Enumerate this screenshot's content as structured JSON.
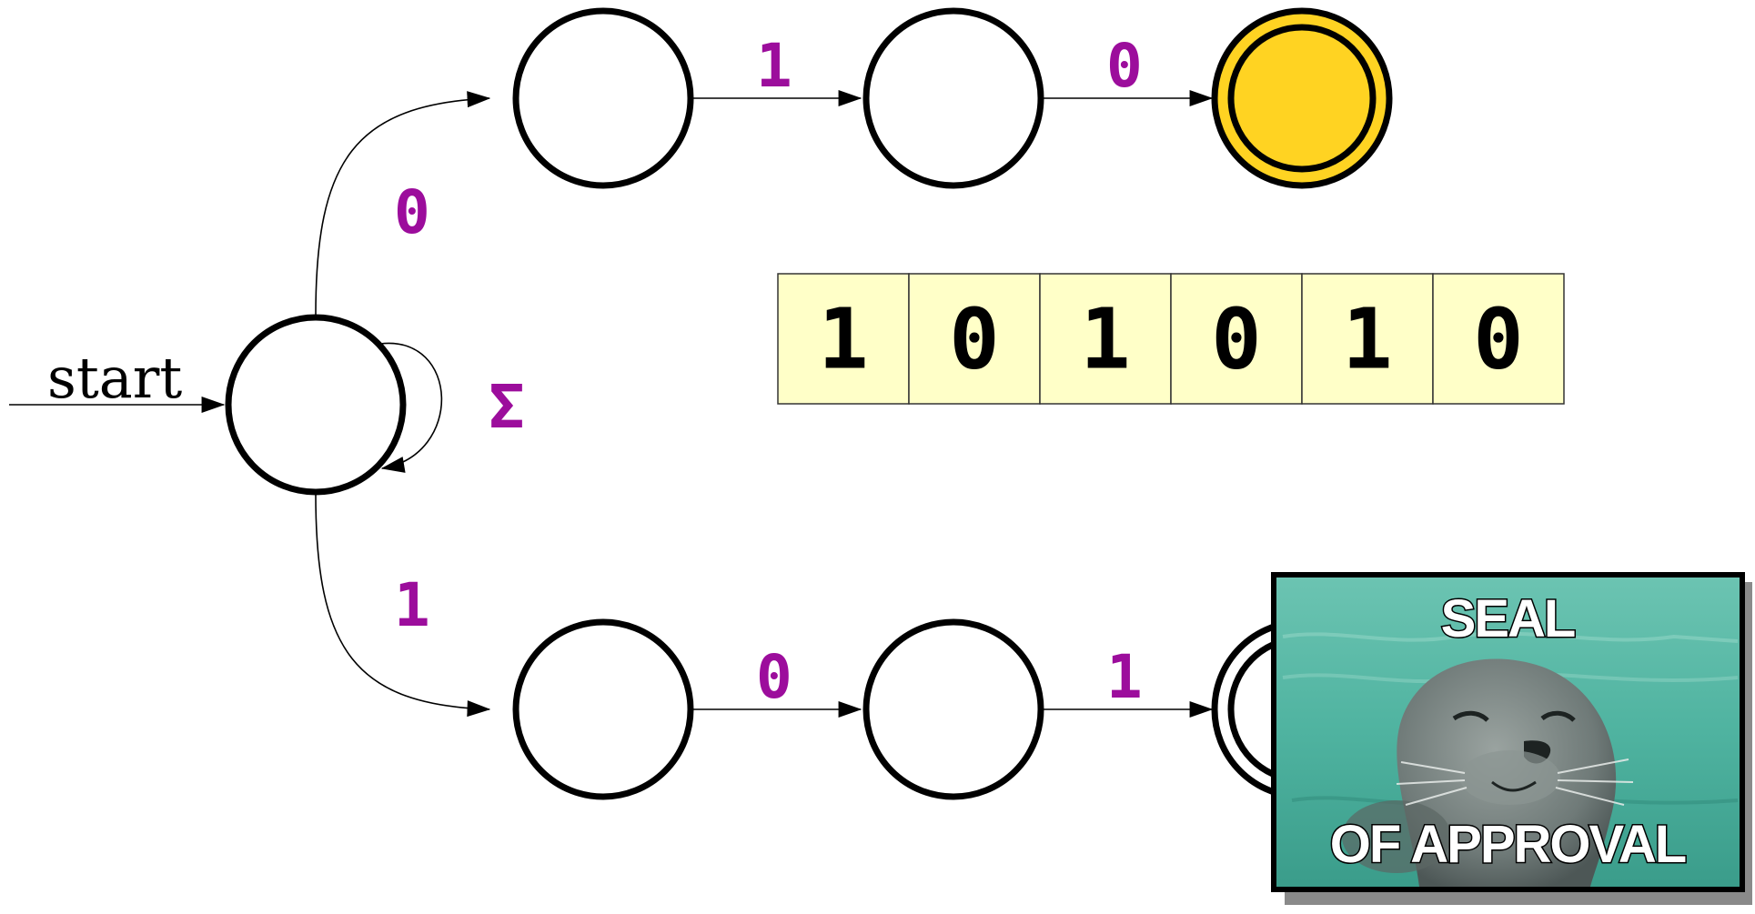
{
  "diagram": {
    "start_label": "start",
    "self_loop_label": "Σ",
    "upper_branch": {
      "first_label": "0",
      "second_label": "1",
      "third_label": "0"
    },
    "lower_branch": {
      "first_label": "1",
      "second_label": "0",
      "third_label": "1"
    },
    "accept_state_color": "#ffd322",
    "edge_label_color": "#9c0d9c"
  },
  "tape": {
    "cells": [
      "1",
      "0",
      "1",
      "0",
      "1",
      "0"
    ],
    "cell_color": "#ffffc8"
  },
  "meme": {
    "top_text": "SEAL",
    "bottom_text": "OF APPROVAL",
    "water_color": "#4fb3a0"
  }
}
